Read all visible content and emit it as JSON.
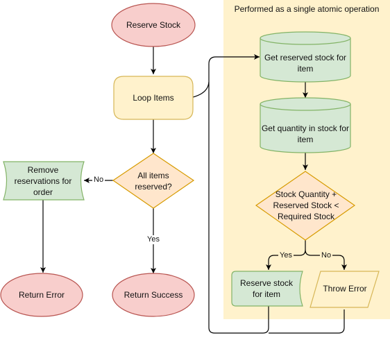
{
  "group": {
    "title": "Performed as a single atomic operation"
  },
  "nodes": {
    "reserve_stock": "Reserve Stock",
    "loop_items": "Loop Items",
    "all_items_reserved": "All items reserved?",
    "remove_reservations": "Remove reservations for order",
    "return_error": "Return Error",
    "return_success": "Return Success",
    "get_reserved_stock": "Get reserved stock for item",
    "get_quantity_in_stock": "Get quantity in stock for item",
    "stock_check": "Stock Quantity + Reserved Stock < Required Stock",
    "reserve_stock_for_item": "Reserve stock for item",
    "throw_error": "Throw Error"
  },
  "edges": {
    "no_label": "No",
    "yes_label": "Yes",
    "yes_label_inner": "Yes",
    "no_label_inner": "No"
  },
  "colors": {
    "red_fill": "#f8cecc",
    "red_stroke": "#b85450",
    "yellow_fill": "#fff2cc",
    "yellow_stroke": "#d6b656",
    "orange_fill": "#ffe6cc",
    "orange_stroke": "#d79b00",
    "green_fill": "#d5e8d4",
    "green_stroke": "#82b366",
    "group_fill": "#fff2cc"
  }
}
